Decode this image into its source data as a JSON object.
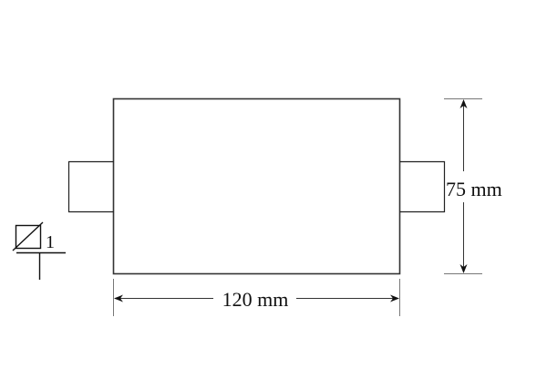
{
  "diagram": {
    "type": "engineering-drawing",
    "description": "Cylindrical part with shaft extensions on both sides, dimensioned width and height, with flatness tolerance symbol",
    "dimensions": {
      "width_label": "120 mm",
      "height_label": "75 mm"
    },
    "tolerance_symbol": {
      "symbol": "flatness",
      "value": "1"
    },
    "colors": {
      "line": "#333333",
      "text": "#111111",
      "background": "#ffffff"
    }
  }
}
